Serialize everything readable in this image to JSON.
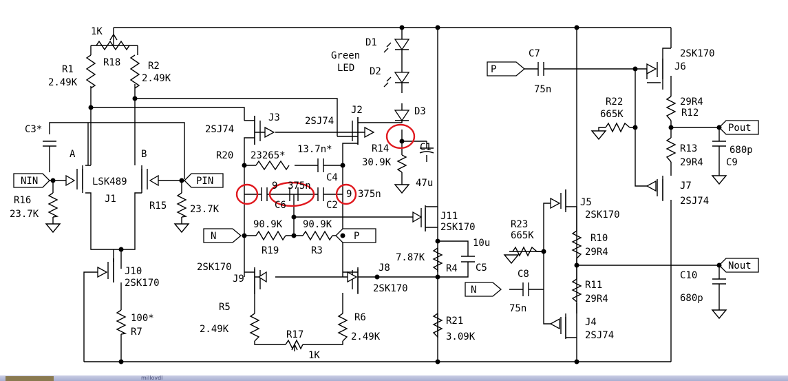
{
  "labels": {
    "pot_top": "1K",
    "r1": "R1",
    "r1_val": "2.49K",
    "r18": "R18",
    "r2": "R2",
    "r2_val": "2.49K",
    "d1": "D1",
    "d2": "D2",
    "d3": "D3",
    "green": "Green",
    "led": "LED",
    "c3": "C3*",
    "a": "A",
    "b": "B",
    "lsk489": "LSK489",
    "j1": "J1",
    "nin": "NIN",
    "pin": "PIN",
    "r16": "R16",
    "r16_val": "23.7K",
    "r15": "R15",
    "r15_val": "23.7K",
    "j3": "J3",
    "j3_type": "2SJ74",
    "j2": "J2",
    "j2_type": "2SJ74",
    "r20": "R20",
    "r20_val": "23265*",
    "c4_val": "13.7n*",
    "c4": "C4",
    "r14": "R14",
    "r14_val": "30.9K",
    "c1": "C1",
    "c1_val": "47u",
    "c6_left": "9",
    "c6_val": "375n",
    "c6": "C6",
    "c2": "C2",
    "c2_left": "9",
    "c2_val": "375n",
    "j11": "J11",
    "j11_type": "2SK170",
    "r19_val": "90.9K",
    "r19": "R19",
    "r3_val": "90.9K",
    "r3": "R3",
    "n_left": "N",
    "p_left": "P",
    "j9_type": "2SK170",
    "j9": "J9",
    "j8": "J8",
    "j8_type": "2SK170",
    "r4_val": "7.87K",
    "r4": "R4",
    "c5_val": "10u",
    "c5": "C5",
    "j10": "J10",
    "j10_type": "2SK170",
    "r7_val": "100*",
    "r7": "R7",
    "r5": "R5",
    "r5_val": "2.49K",
    "r6": "R6",
    "r6_val": "2.49K",
    "r17": "R17",
    "r17_val": "1K",
    "r21": "R21",
    "r21_val": "3.09K",
    "p_in": "P",
    "c7": "C7",
    "c7_val": "75n",
    "j6_type": "2SK170",
    "j6": "J6",
    "r22": "R22",
    "r22_val": "665K",
    "r12_val": "29R4",
    "r12": "R12",
    "pout": "Pout",
    "r13": "R13",
    "r13_val": "29R4",
    "c9_val": "680p",
    "c9": "C9",
    "j7": "J7",
    "j7_type": "2SJ74",
    "j5": "J5",
    "j5_type": "2SK170",
    "r23": "R23",
    "r23_val": "665K",
    "r10": "R10",
    "r10_val": "29R4",
    "nout": "Nout",
    "c10": "C10",
    "c10_val": "680p",
    "r11": "R11",
    "r11_val": "29R4",
    "n_in": "N",
    "c8": "C8",
    "c8_val": "75n",
    "j4": "J4",
    "j4_type": "2SJ74",
    "bottom_text": "millovdl"
  },
  "colors": {
    "ink": "#000000",
    "highlight": "#e0181e",
    "background": "#ffffff"
  }
}
